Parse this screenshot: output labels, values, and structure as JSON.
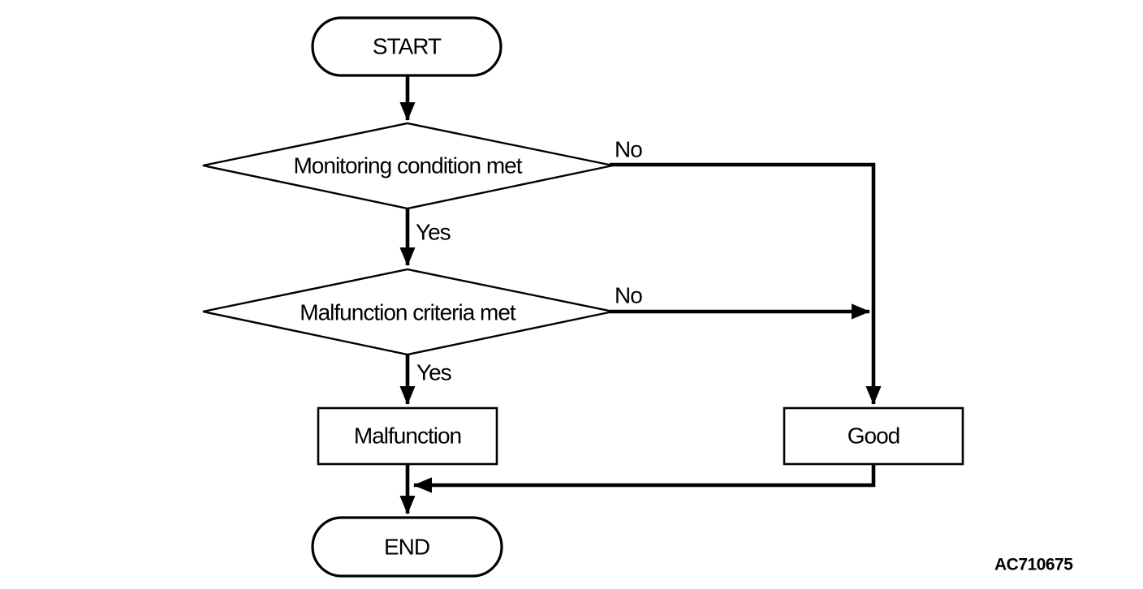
{
  "figure": {
    "type": "flowchart",
    "code": "AC710675",
    "background_color": "#ffffff",
    "line_color": "#000000"
  },
  "nodes": {
    "start": {
      "label": "START",
      "shape": "terminator"
    },
    "decision_monitoring": {
      "label": "Monitoring condition met",
      "shape": "decision"
    },
    "decision_criteria": {
      "label": "Malfunction criteria met",
      "shape": "decision"
    },
    "result_malfunction": {
      "label": "Malfunction",
      "shape": "process"
    },
    "result_good": {
      "label": "Good",
      "shape": "process"
    },
    "end": {
      "label": "END",
      "shape": "terminator"
    }
  },
  "edge_labels": {
    "monitoring_no": "No",
    "monitoring_yes": "Yes",
    "criteria_no": "No",
    "criteria_yes": "Yes"
  }
}
